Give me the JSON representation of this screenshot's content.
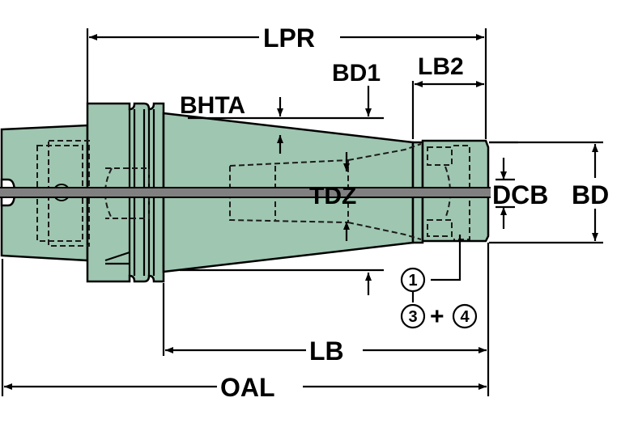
{
  "labels": {
    "lpr": "LPR",
    "bd1": "BD1",
    "lb2": "LB2",
    "bhta": "BHTA",
    "tdz": "TDZ",
    "dcb": "DCB",
    "bd": "BD",
    "lb": "LB",
    "oal": "OAL"
  },
  "callouts": {
    "one": "1",
    "three": "3",
    "plus": "+",
    "four": "4"
  },
  "colors": {
    "body_fill": "#9fc6b0",
    "outline": "#000000",
    "centerline": "#808080",
    "dash": "#1a1a1a",
    "background": "#ffffff"
  }
}
